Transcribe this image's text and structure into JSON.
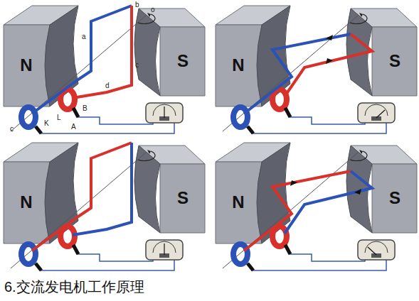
{
  "diagram": {
    "caption": "6.交流发电机工作原理",
    "nodes": [
      {
        "text": [
          "N"
        ]
      },
      {
        "text": [
          "S"
        ]
      },
      {
        "text": [
          "N"
        ]
      },
      {
        "text": [
          "S"
        ]
      },
      {
        "text": [
          "N"
        ]
      },
      {
        "text": [
          "S"
        ]
      },
      {
        "text": [
          "N"
        ]
      },
      {
        "text": [
          "S"
        ]
      }
    ],
    "labels": [
      "a",
      "b",
      "o",
      "c",
      "d",
      "L",
      "B",
      "c",
      "K",
      "A"
    ]
  }
}
